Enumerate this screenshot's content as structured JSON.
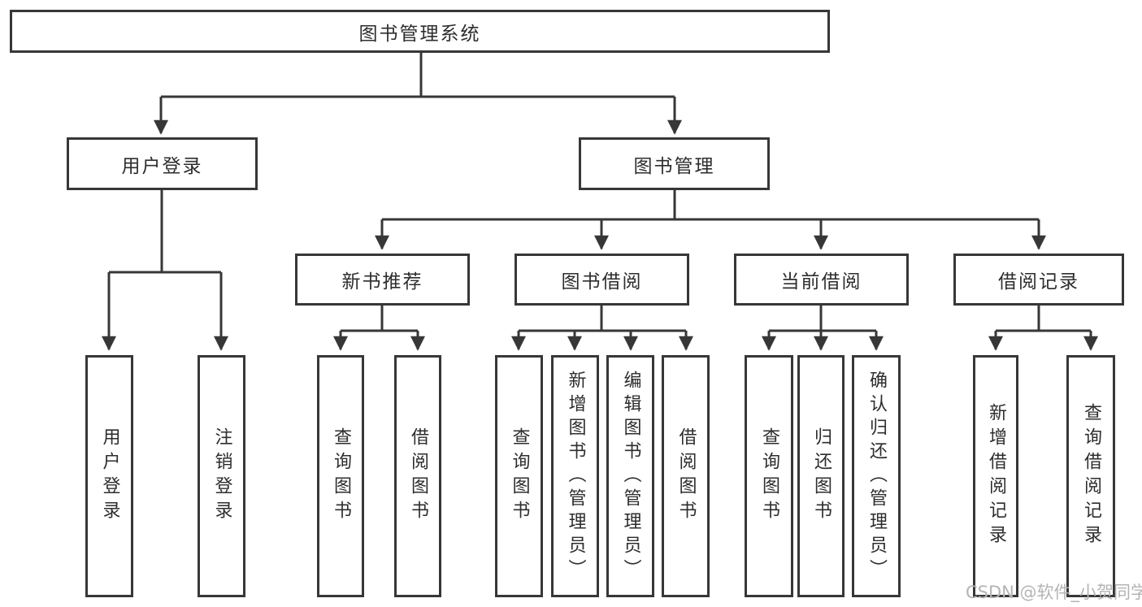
{
  "diagram_title": "图书管理系统",
  "tree": {
    "label": "图书管理系统",
    "children": [
      {
        "label": "用户登录",
        "children": [
          {
            "label": "用户登录"
          },
          {
            "label": "注销登录"
          }
        ]
      },
      {
        "label": "图书管理",
        "children": [
          {
            "label": "新书推荐",
            "children": [
              {
                "label": "查询图书"
              },
              {
                "label": "借阅图书"
              }
            ]
          },
          {
            "label": "图书借阅",
            "children": [
              {
                "label": "查询图书"
              },
              {
                "label": "新增图书（管理员）"
              },
              {
                "label": "编辑图书（管理员）"
              },
              {
                "label": "借阅图书"
              }
            ]
          },
          {
            "label": "当前借阅",
            "children": [
              {
                "label": "查询图书"
              },
              {
                "label": "归还图书"
              },
              {
                "label": "确认归还（管理员）"
              }
            ]
          },
          {
            "label": "借阅记录",
            "children": [
              {
                "label": "新增借阅记录"
              },
              {
                "label": "查询借阅记录"
              }
            ]
          }
        ]
      }
    ]
  },
  "watermark": "CSDN @软件_小贺同学",
  "colors": {
    "line": "#373737",
    "box_border": "#373737",
    "box_background": "#ffffff",
    "text": "#2d2d2d",
    "watermark": "#b4b4b4",
    "background": "#ffffff"
  }
}
